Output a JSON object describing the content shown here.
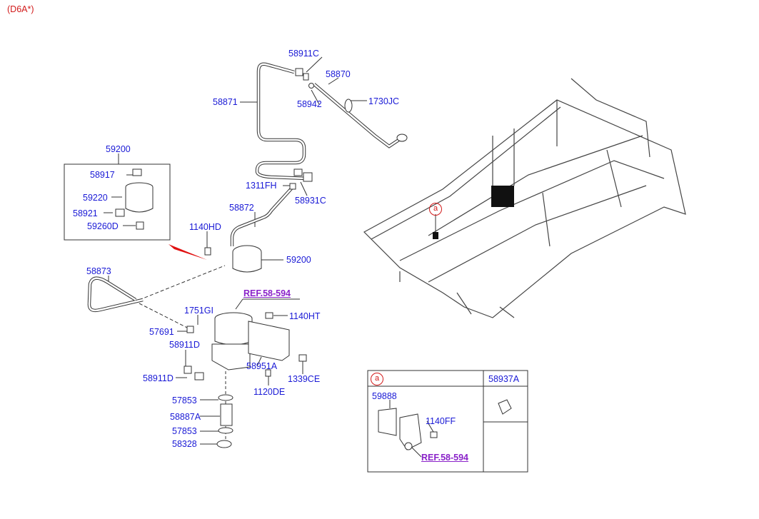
{
  "header": {
    "code": "(D6A*)"
  },
  "labels": {
    "p58911C_top": "58911C",
    "p58870": "58870",
    "p58871": "58871",
    "p58942": "58942",
    "p1730JC": "1730JC",
    "p59200_a": "59200",
    "p58917": "58917",
    "p59220": "59220",
    "p58921": "58921",
    "p59260D": "59260D",
    "p1311FH": "1311FH",
    "p58931C": "58931C",
    "p58872": "58872",
    "p1140HD": "1140HD",
    "p59200_b": "59200",
    "p58873": "58873",
    "ref1": "REF.58-594",
    "p1751GI": "1751GI",
    "p1140HT": "1140HT",
    "p57691": "57691",
    "p58911D_a": "58911D",
    "p58911D_b": "58911D",
    "p58951A": "58951A",
    "p1339CE": "1339CE",
    "p1120DE": "1120DE",
    "p57853_a": "57853",
    "p58887A": "58887A",
    "p57853_b": "57853",
    "p58328": "58328"
  },
  "frame_marker": {
    "letter": "a"
  },
  "detail_box": {
    "marker": "a",
    "col2_header": "58937A",
    "p59888": "59888",
    "p1140FF": "1140FF",
    "ref2": "REF.58-594"
  },
  "colors": {
    "label": "#1a1ad6",
    "ref": "#8a22c9",
    "marker": "#d21a1a",
    "line": "#333333"
  }
}
